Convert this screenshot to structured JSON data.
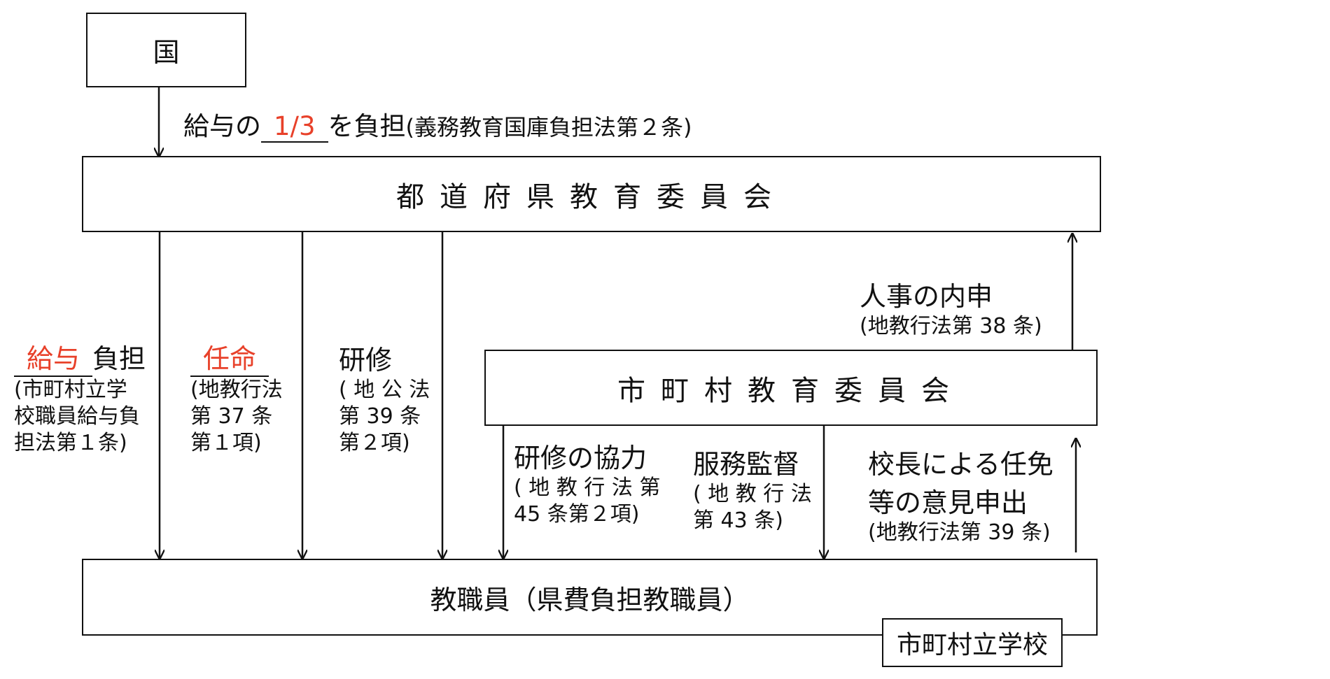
{
  "kuni": {
    "label": "国"
  },
  "top_note": {
    "pre": "給与の",
    "value": "1/3",
    "post": "を負担",
    "law": "(義務教育国庫負担法第２条)"
  },
  "pref_board": {
    "label": "都道府県教育委員会"
  },
  "muni_board": {
    "label": "市町村教育委員会"
  },
  "staff": {
    "label": "教職員（県費負担教職員）"
  },
  "school": {
    "label": "市町村立学校"
  },
  "labels": {
    "salary": {
      "highlight": "給与",
      "rest": "負担",
      "law": [
        "(市町村立学",
        "校職員給与負",
        "担法第１条)"
      ]
    },
    "appoint": {
      "highlight": "任命",
      "law": [
        "(地教行法",
        "第 37 条",
        "第１項)"
      ]
    },
    "training": {
      "title": "研修",
      "law": [
        "( 地 公 法",
        "第 39 条",
        "第２項)"
      ]
    },
    "personnel": {
      "title": "人事の内申",
      "law": "(地教行法第 38 条)"
    },
    "training_coop": {
      "title": "研修の協力",
      "law": [
        "( 地 教 行 法 第",
        "45 条第２項)"
      ]
    },
    "supervision": {
      "title": "服務監督",
      "law": [
        "( 地 教 行 法",
        "第 43 条)"
      ]
    },
    "principal": {
      "title": [
        "校長による任免",
        "等の意見申出"
      ],
      "law": "(地教行法第 39 条)"
    }
  }
}
